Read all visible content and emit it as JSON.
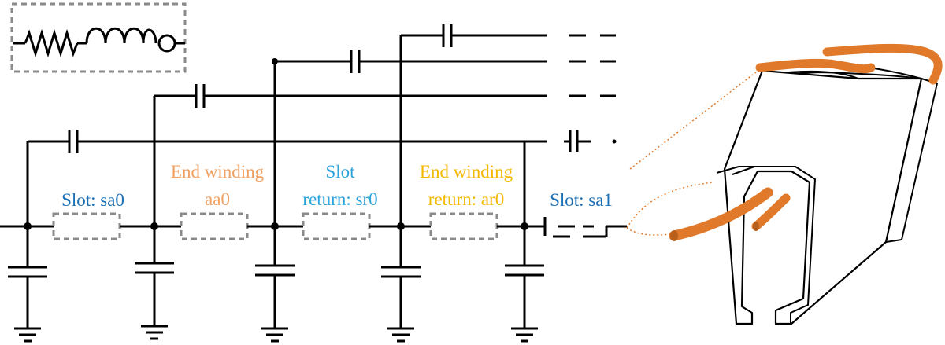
{
  "colors": {
    "slot": "#1a6fb5",
    "end_winding": "#f0a060",
    "slot_return": "#2ca3dc",
    "end_winding_return": "#f5b800",
    "copper": "#e07a2a",
    "box_dash": "#8a8a8a"
  },
  "labels": {
    "slot_sa0": "Slot: sa0",
    "end_winding_line1": "End winding",
    "end_winding_line2": "aa0",
    "slot_return_line1": "Slot",
    "slot_return_line2": "return: sr0",
    "end_winding_return_line1": "End winding",
    "end_winding_return_line2": "return: ar0",
    "slot_sa1": "Slot: sa1"
  },
  "icons": {
    "legend_element": "resistor-inductor-icon",
    "stator_slot": "stator-slot-cross-section-icon"
  }
}
